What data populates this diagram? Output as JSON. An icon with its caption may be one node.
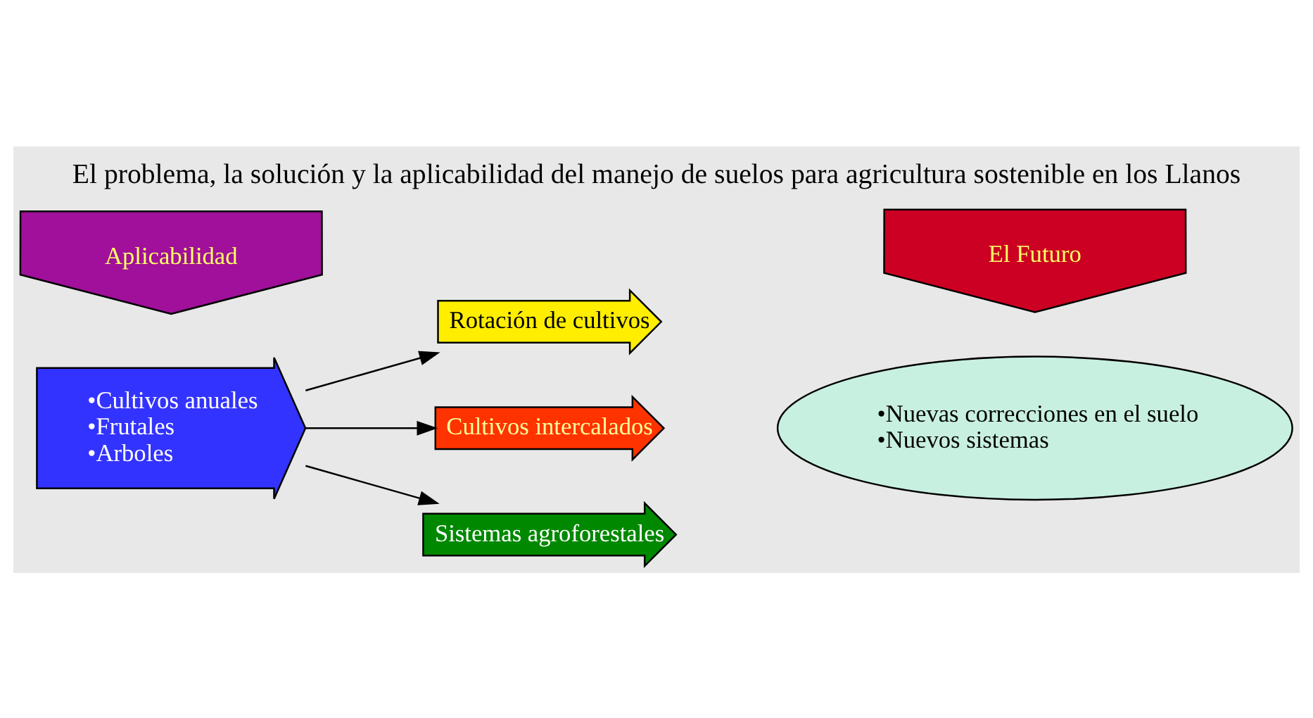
{
  "diagram": {
    "title": "El problema, la solución y la aplicabilidad del manejo de suelos para agricultura sostenible en los Llanos",
    "nodes": [
      {
        "text": [
          "Aplicabilidad"
        ]
      },
      {
        "text": [
          "•Cultivos anuales",
          "•Frutales",
          "•Arboles"
        ]
      },
      {
        "text": [
          "Rotación de cultivos"
        ]
      },
      {
        "text": [
          "Cultivos intercalados"
        ]
      },
      {
        "text": [
          "Sistemas agroforestales"
        ]
      },
      {
        "text": [
          "El Futuro"
        ]
      },
      {
        "text": [
          "•Nuevas correcciones en el suelo",
          "•Nuevos sistemas"
        ]
      }
    ],
    "edges": [
      {
        "from": 1,
        "to": 2,
        "arrow": "to"
      },
      {
        "from": 1,
        "to": 3,
        "arrow": "to"
      },
      {
        "from": 1,
        "to": 4,
        "arrow": "to"
      }
    ]
  }
}
